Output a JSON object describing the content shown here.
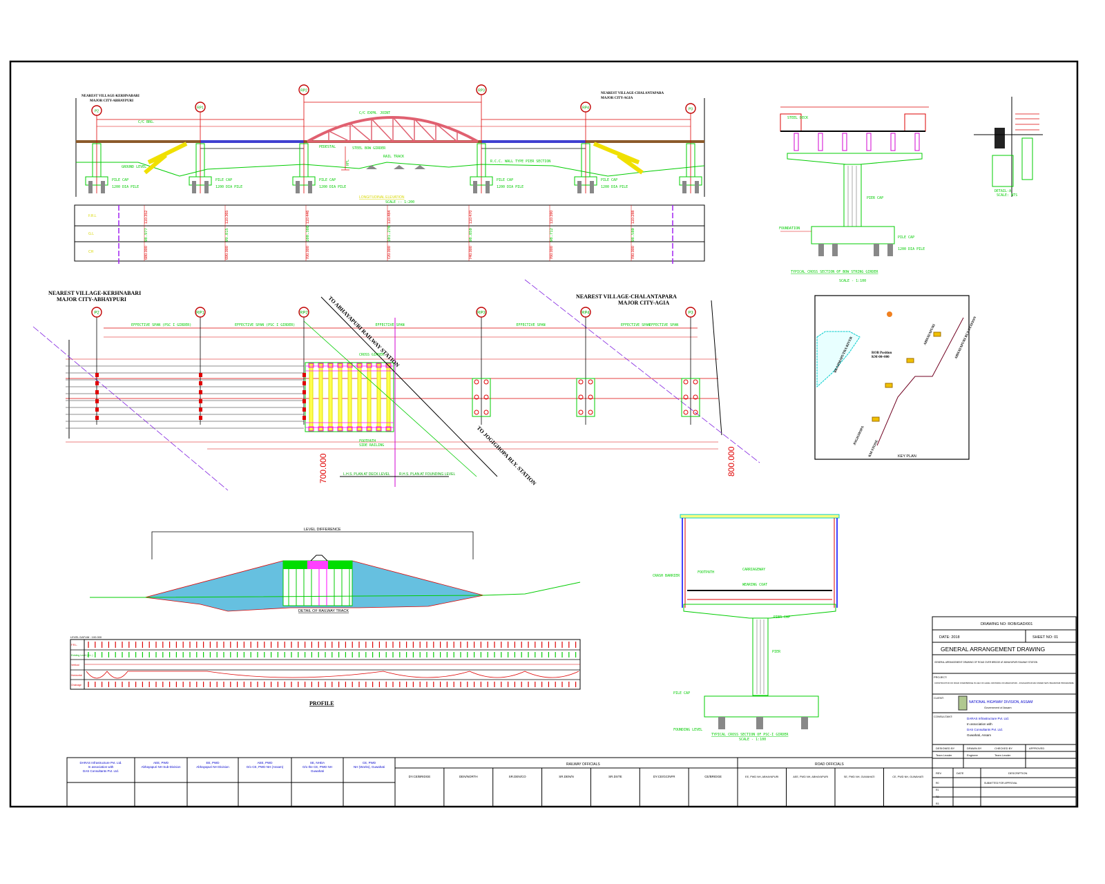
{
  "elevation": {
    "left_note": [
      "NEAREST VILLAGE-KERHNABARI",
      "MAJOR CITY-ABHAYPURI"
    ],
    "right_note": [
      "NEAREST VILLAGE-CHALANTAPARA",
      "MAJOR CITY-AGIA"
    ],
    "piers": [
      "P2",
      "RP1",
      "RP2",
      "RP3",
      "RP4",
      "P3"
    ],
    "pile_labels": [
      "PILE CAP",
      "1200 DIA PILE"
    ],
    "title": "LONGITUDINAL ELEVATION",
    "scale": "SCALE :- 1:200",
    "labels": [
      "C/C EXPN. JOINT",
      "C/C BRG.",
      "PEDESTAL",
      "STEEL BOW GIRDER",
      "R.C.C. WALL TYPE PIER SECTION",
      "HFL",
      "RAIL TRACK",
      "GROUND LEVEL"
    ],
    "table": {
      "row_labels": [
        "F.R.L",
        "G.L",
        "CH"
      ],
      "rows": [
        [
          "110.352",
          "110.365",
          "110.446",
          "110.484",
          "110.470",
          "110.390",
          "110.288"
        ],
        [
          "98.977",
          "99.815",
          "100.380",
          "101.270",
          "98.850",
          "98.712",
          "98.580"
        ],
        [
          "680.000",
          "690.000",
          "700.000",
          "720.000",
          "740.000",
          "760.000",
          "780.000"
        ]
      ]
    }
  },
  "plan": {
    "left_note": [
      "NEAREST VILLAGE-KERHNABARI",
      "MAJOR CITY-ABHAYPURI"
    ],
    "right_note": [
      "NEAREST VILLAGE-CHALANTAPARA",
      "MAJOR CITY-AGIA"
    ],
    "piers": [
      "P2",
      "RP1",
      "RP2",
      "RP3",
      "RP4",
      "P3"
    ],
    "spans": [
      "EFFECTIVE SPAN (PSC I GIRDER)",
      "EFFECTIVE SPAN (PSC I GIRDER)",
      "EFFECTIVE SPAN",
      "EFFECTIVE SPAN",
      "EFFECTIVE SPAN",
      "EFFECTIVE SPAN"
    ],
    "rail_up": "TO ABHAYAPURI RAILWAY STATION",
    "rail_down": "TO JOGIGHOPA RLY. STATION",
    "chainage_marks": [
      "700.000",
      "800.000"
    ],
    "bottom_labels": [
      "L.H.S. PLAN AT DECK LEVEL",
      "R.H.S. PLAN AT FOUNDING LEVEL"
    ],
    "girder_labels": [
      "CROSS GIRDER",
      "FOOTPATH",
      "SIDE RAILING"
    ]
  },
  "cross_section_top": {
    "title": "TYPICAL CROSS SECTION OF BOW STRING GIRDER",
    "scale": "SCALE - 1:100",
    "labels": [
      "STEEL DECK",
      "PIER CAP",
      "FOUNDATION",
      "PILE CAP",
      "1200 DIA PILE"
    ]
  },
  "detail": {
    "title": "DETAIL-A",
    "scale": "SCALE: NTS"
  },
  "location_map": {
    "labels": [
      "ROB Position",
      "KM-00+000",
      "ABHAYAPURI",
      "JOGIGHOPA",
      "BRAHMAPUTRA RIVER",
      "ABHAYAPURI RLY STATION",
      "KM STONE"
    ],
    "title": "KEY PLAN"
  },
  "embankment": {
    "title": "DETAIL OF RAILWAY TRACK",
    "dimension": "LEVEL DIFFERENCE"
  },
  "profile": {
    "title": "PROFILE",
    "datum": "LEVEL DATUM : 100.000",
    "row_labels": [
      "F.R.L.",
      "Existing Level (G.L.)",
      "Vertical",
      "Horizontal",
      "Chainage"
    ]
  },
  "cross_section_bottom": {
    "title": "TYPICAL CROSS SECTION OF PSC-I GIRDER",
    "scale": "SCALE - 1:100",
    "labels": [
      "CRASH BARRIER",
      "FOOTPATH",
      "CARRIAGEWAY",
      "WEARING COAT",
      "PIER CAP",
      "PIER",
      "PILE CAP",
      "FOUNDING LEVEL"
    ]
  },
  "title_block": {
    "drawing_no": "DRAWING NO: ROB/GAD/001",
    "sheet": "SHEET NO: 01",
    "date": "DATE: 2018",
    "title": "GENERAL ARRANGEMENT DRAWING",
    "subtitle": "GENERAL ARRANGEMENT DRAWING OF ROAD OVER BRIDGE AT ABHAYAPURI RAILWAY STATION",
    "project_label": "PROJECT:",
    "project": "CONSTRUCTION OF ROAD OVER BRIDGE IN LIEU OF LEVEL CROSSING ON ABHAYAPURI - JOGIGHOPA ROAD UNDER SETU BHARATAM PROGRAMME",
    "client_label": "CLIENT:",
    "client": "NATIONAL HIGHWAY DIVISION, ASSAM",
    "client_sub": "Government of Assam",
    "consultant_label": "CONSULTANT:",
    "consultant": [
      "DARAS Infrastructure Pvt. Ltd.",
      "In association with",
      "DAS Consultants Pvt. Ltd.",
      "Guwahati, Assam"
    ],
    "rows": [
      [
        "DESIGNED BY",
        "DRAWN BY",
        "CHECKED BY",
        "APPROVED"
      ],
      [
        "Team Leader",
        "Engineer",
        "Team Leader",
        ""
      ]
    ],
    "rev_header": [
      "REV",
      "DATE",
      "DESCRIPTION"
    ],
    "rev_rows": [
      [
        "R0",
        "",
        "SUBMITTED FOR APPROVAL"
      ],
      [
        "R1",
        "",
        ""
      ],
      [
        "R2",
        "",
        ""
      ],
      [
        "R3",
        "",
        ""
      ]
    ]
  },
  "bottom_table": {
    "signatures": [
      [
        "DARAS Infrastructure Pvt. Ltd.",
        "In association with",
        "DAS Consultants Pvt. Ltd."
      ],
      [
        "AEE, PWD",
        "Abhayapuri NH Sub-Division"
      ],
      [
        "EE, PWD",
        "Abhayapuri NH Division"
      ],
      [
        "AEE, PWD",
        "O/o CE, PWD NH (Assam)"
      ],
      [
        "SE, NHDA",
        "O/o the CE, PWD NH",
        "Guwahati"
      ],
      [
        "CE, PWD",
        "NH (Works), Guwahati"
      ]
    ],
    "railway_header": "RAILWAY OFFICIALS",
    "railway_cols": [
      "DY.CE/BRIDGE",
      "DEN/NORTH",
      "SR.DEN/CO",
      "SR.DEN/N",
      "SR.DSTE",
      "DY.CE/GC/NFR",
      "CE/BRIDGE"
    ],
    "road_header": "ROAD OFFICIALS",
    "road_cols": [
      "EE, PWD NH, ABHAYAPURI",
      "AEE, PWD NH, ABHAYAPURI",
      "SE, PWD NH, GUWAHATI",
      "CE, PWD NH, GUWAHATI"
    ]
  },
  "colors": {
    "pier": "#c00000",
    "dim": "#00cc00",
    "deck": "#3333cc",
    "arch": "#e06070",
    "stair": "#f0e000",
    "water": "#00dddd"
  }
}
